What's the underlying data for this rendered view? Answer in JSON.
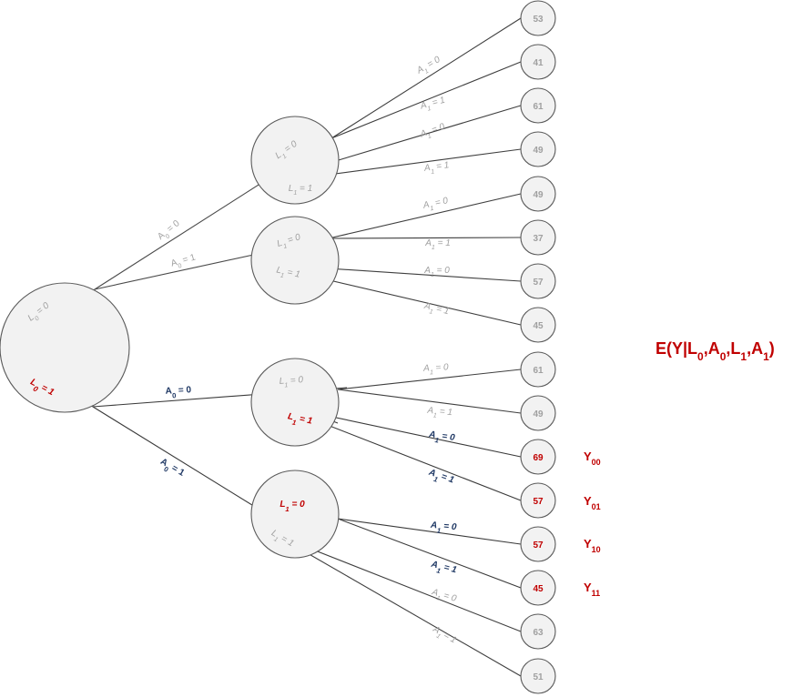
{
  "colors": {
    "grey": "#a0a0a0",
    "red": "#c00000",
    "navy": "#1f3864",
    "line_dark": "#3a3a3a",
    "fill": "#f2f2f2"
  },
  "formula": {
    "prefix": "E(Y|L",
    "s0": "0",
    "c1": ",A",
    "s1": "0",
    "c2": ",L",
    "s2": "1",
    "c3": ",A",
    "s3": "1",
    "suffix": ")"
  },
  "root": {
    "upper_label": {
      "main": "L",
      "sub": "0",
      "rest": " = 0"
    },
    "lower_label": {
      "main": "L",
      "sub": "0",
      "rest": " = 1"
    }
  },
  "l0_edges": [
    {
      "main": "A",
      "sub": "0",
      "rest": " = 0"
    },
    {
      "main": "A",
      "sub": "0",
      "rest": " = 1"
    },
    {
      "main": "A",
      "sub": "0",
      "rest": " = 0"
    },
    {
      "main": "A",
      "sub": "0",
      "rest": " = 1"
    }
  ],
  "mid_nodes": [
    {
      "upper": {
        "main": "L",
        "sub": "1",
        "rest": " = 0"
      },
      "lower": {
        "main": "L",
        "sub": "1",
        "rest": " = 1"
      }
    },
    {
      "upper": {
        "main": "L",
        "sub": "1",
        "rest": " = 0"
      },
      "lower": {
        "main": "L",
        "sub": "1",
        "rest": " = 1"
      }
    },
    {
      "upper": {
        "main": "L",
        "sub": "1",
        "rest": " = 0"
      },
      "lower": {
        "main": "L",
        "sub": "1",
        "rest": " = 1"
      }
    },
    {
      "upper": {
        "main": "L",
        "sub": "1",
        "rest": " = 0"
      },
      "lower": {
        "main": "L",
        "sub": "1",
        "rest": " = 1"
      }
    }
  ],
  "a1_label": {
    "main": "A",
    "sub": "1",
    "eq0": " = 0",
    "eq1": " = 1"
  },
  "leaves": [
    "53",
    "41",
    "61",
    "49",
    "49",
    "37",
    "57",
    "45",
    "61",
    "49",
    "69",
    "57",
    "57",
    "45",
    "63",
    "51"
  ],
  "y_labels": [
    {
      "main": "Y",
      "sub": "00"
    },
    {
      "main": "Y",
      "sub": "01"
    },
    {
      "main": "Y",
      "sub": "10"
    },
    {
      "main": "Y",
      "sub": "11"
    }
  ]
}
